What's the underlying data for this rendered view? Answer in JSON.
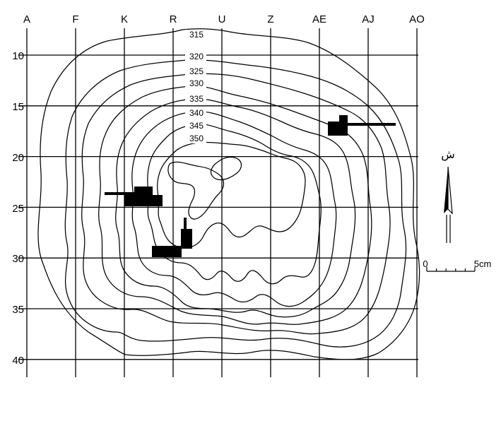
{
  "grid": {
    "columns": [
      "A",
      "F",
      "K",
      "R",
      "U",
      "Z",
      "AE",
      "AJ",
      "AO"
    ],
    "rows": [
      "10",
      "15",
      "20",
      "25",
      "30",
      "35",
      "40"
    ]
  },
  "contour_labels": [
    "315",
    "320",
    "325",
    "330",
    "335",
    "340",
    "345",
    "350"
  ],
  "north_arrow": {
    "glyph": "ش"
  },
  "scale_bar": {
    "start": "0",
    "end": "5cm"
  },
  "colors": {
    "ink": "#000000",
    "background": "#ffffff"
  }
}
